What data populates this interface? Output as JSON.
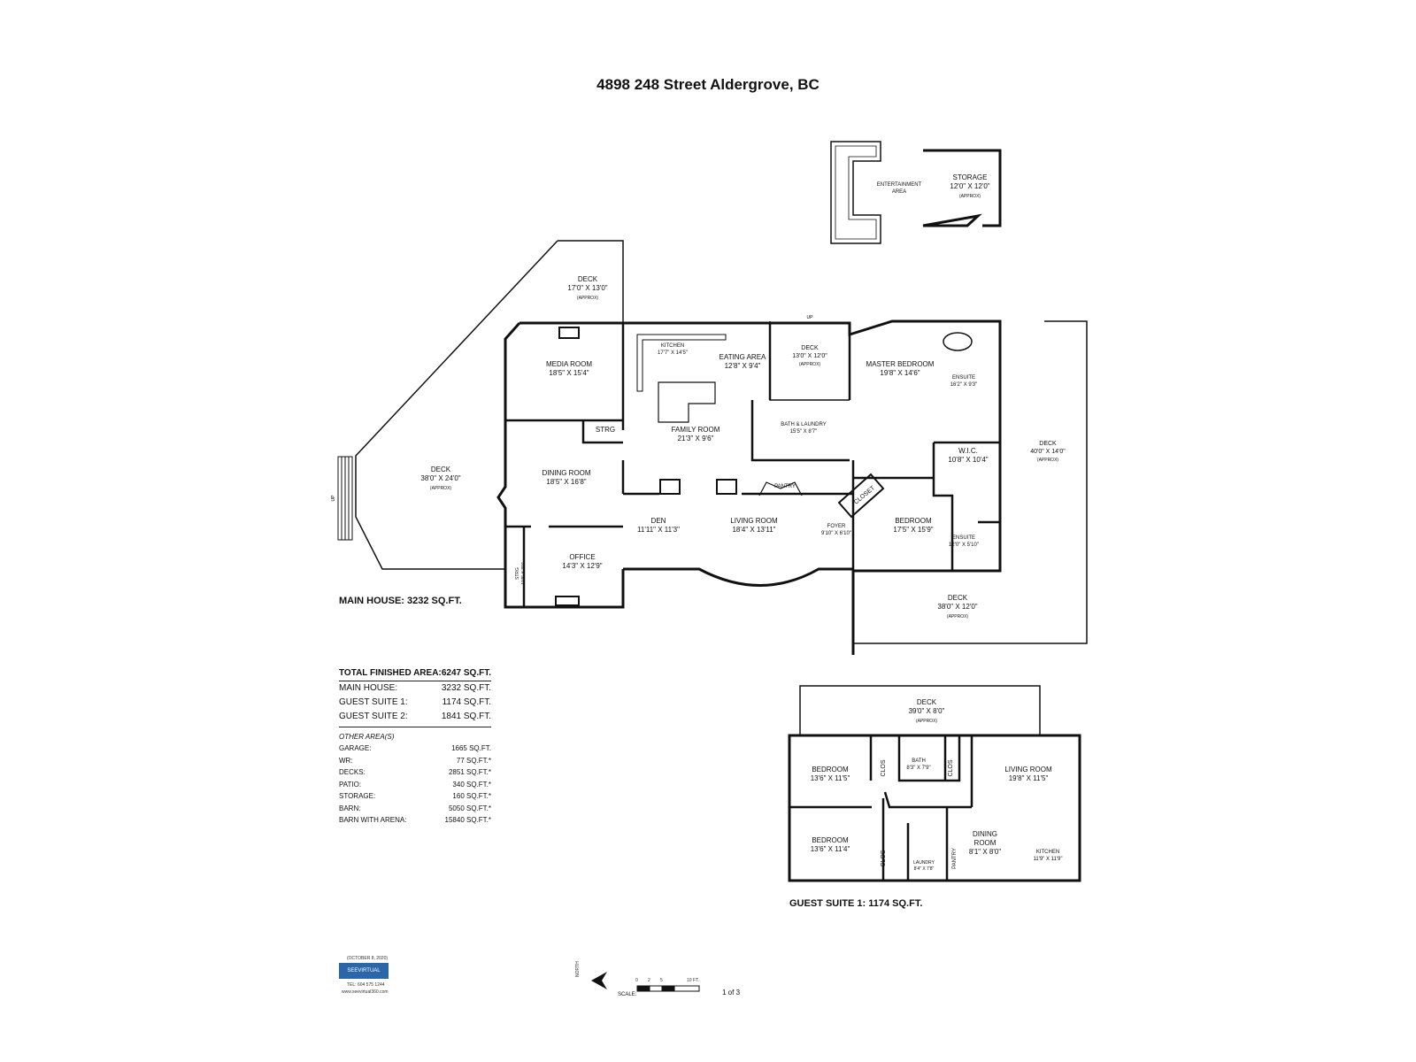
{
  "title": "4898 248 Street Aldergrove, BC",
  "main_house_caption": "MAIN HOUSE: 3232 SQ.FT.",
  "guest_suite_caption": "GUEST SUITE 1: 1174 SQ.FT.",
  "outbuildings": {
    "entertainment": {
      "name": "ENTERTAINMENT",
      "name2": "AREA"
    },
    "storage": {
      "name": "STORAGE",
      "dims": "12'0\" X 12'0\"",
      "note": "(APPROX)"
    }
  },
  "main_rooms": [
    {
      "name": "DECK",
      "dims": "17'0\" X 13'0\"",
      "note": "(APPROX)"
    },
    {
      "name": "MEDIA ROOM",
      "dims": "18'5\" X 15'4\""
    },
    {
      "name": "KITCHEN",
      "dims": "17'7\" X 14'5\""
    },
    {
      "name": "EATING AREA",
      "dims": "12'8\" X 9'4\""
    },
    {
      "name": "DECK",
      "dims": "13'0\" X 12'0\"",
      "note": "(APPROX)"
    },
    {
      "name": "MASTER BEDROOM",
      "dims": "19'8\" X 14'6\""
    },
    {
      "name": "ENSUITE",
      "dims": "16'2\" X 9'3\""
    },
    {
      "name": "STRG",
      "dims": ""
    },
    {
      "name": "FAMILY ROOM",
      "dims": "21'3\" X 9'6\""
    },
    {
      "name": "BATH & LAUNDRY",
      "dims": "15'5\" X 8'7\""
    },
    {
      "name": "W.I.C.",
      "dims": "10'8\" X 10'4\""
    },
    {
      "name": "DECK",
      "dims": "38'0\" X 24'0\"",
      "note": "(APPROX)"
    },
    {
      "name": "DINING ROOM",
      "dims": "18'5\" X 16'8\""
    },
    {
      "name": "PANTRY",
      "dims": ""
    },
    {
      "name": "CLOSET",
      "dims": ""
    },
    {
      "name": "DECK",
      "dims": "40'0\" X 14'0\"",
      "note": "(APPROX)"
    },
    {
      "name": "DEN",
      "dims": "11'11\" X 11'3\""
    },
    {
      "name": "LIVING ROOM",
      "dims": "18'4\" X 13'11\""
    },
    {
      "name": "FOYER",
      "dims": "9'10\" X 6'10\""
    },
    {
      "name": "BEDROOM",
      "dims": "17'5\" X 15'9\""
    },
    {
      "name": "ENSUITE",
      "dims": "12'0\" X 5'10\""
    },
    {
      "name": "OFFICE",
      "dims": "14'3\" X 12'9\""
    },
    {
      "name": "STRG",
      "dims": "11'9\" X 3'0\""
    },
    {
      "name": "DECK",
      "dims": "38'0\" X 12'0\"",
      "note": "(APPROX)"
    }
  ],
  "up_labels": [
    "UP",
    "UP"
  ],
  "suite_rooms": [
    {
      "name": "DECK",
      "dims": "39'0\" X 8'0\"",
      "note": "(APPROX)"
    },
    {
      "name": "BEDROOM",
      "dims": "13'6\" X 11'5\""
    },
    {
      "name": "CLOS",
      "dims": ""
    },
    {
      "name": "BATH",
      "dims": "8'3\" X 7'9\""
    },
    {
      "name": "CLOS",
      "dims": ""
    },
    {
      "name": "LIVING ROOM",
      "dims": "19'8\" X 11'5\""
    },
    {
      "name": "BEDROOM",
      "dims": "13'6\" X 11'4\""
    },
    {
      "name": "CLOS",
      "dims": ""
    },
    {
      "name": "LAUNDRY",
      "dims": "8'4\" X 7'8\""
    },
    {
      "name": "PANTRY",
      "dims": ""
    },
    {
      "name": "DINING",
      "name2": "ROOM",
      "dims": "8'1\" X 8'0\""
    },
    {
      "name": "KITCHEN",
      "dims": "11'9\" X 11'9\""
    }
  ],
  "area_summary": {
    "total": {
      "label": "TOTAL FINISHED AREA:",
      "value": "6247 SQ.FT."
    },
    "rows": [
      {
        "label": "MAIN HOUSE:",
        "value": "3232 SQ.FT."
      },
      {
        "label": "GUEST SUITE 1:",
        "value": "1174 SQ.FT."
      },
      {
        "label": "GUEST SUITE 2:",
        "value": "1841 SQ.FT."
      }
    ],
    "other_title": "OTHER AREA(S)",
    "other_rows": [
      {
        "label": "GARAGE:",
        "value": "1665 SQ.FT."
      },
      {
        "label": "WR:",
        "value": "77 SQ.FT.*"
      },
      {
        "label": "DECKS:",
        "value": "2851 SQ.FT.*"
      },
      {
        "label": "PATIO:",
        "value": "340 SQ.FT.*"
      },
      {
        "label": "STORAGE:",
        "value": "160 SQ.FT.*"
      },
      {
        "label": "BARN:",
        "value": "5050 SQ.FT.*"
      },
      {
        "label": "BARN WITH ARENA:",
        "value": "15840 SQ.FT.*"
      }
    ]
  },
  "footer": {
    "date": "(OCTOBER 8, 2020)",
    "logo": "SEEVIRTUAL",
    "phone": "TEL: 604 575 1244",
    "website": "www.seevirtual360.com",
    "north": "NORTH",
    "scale_label": "SCALE:",
    "scale_ticks": [
      "0",
      "2",
      "5",
      "10 FT."
    ],
    "page": "1 of 3"
  }
}
